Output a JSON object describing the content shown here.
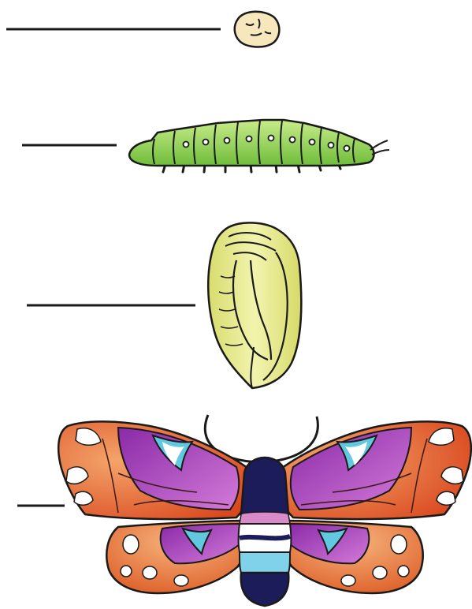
{
  "diagram": {
    "stages": [
      {
        "id": "egg",
        "icon": "egg-icon",
        "answer_line": ""
      },
      {
        "id": "larva",
        "icon": "caterpillar-icon",
        "answer_line": ""
      },
      {
        "id": "pupa",
        "icon": "pupa-icon",
        "answer_line": ""
      },
      {
        "id": "adult",
        "icon": "moth-icon",
        "answer_line": ""
      }
    ],
    "colors": {
      "outline": "#1a1a1a",
      "egg_fill": "#f6e7bd",
      "larva_fill": "#8fd14f",
      "pupa_fill": "#e4e88a",
      "wing_orange": "#e2692f",
      "wing_purple": "#b23fbf",
      "wing_blue": "#62c8e0",
      "body_navy": "#1c1c5a"
    }
  }
}
